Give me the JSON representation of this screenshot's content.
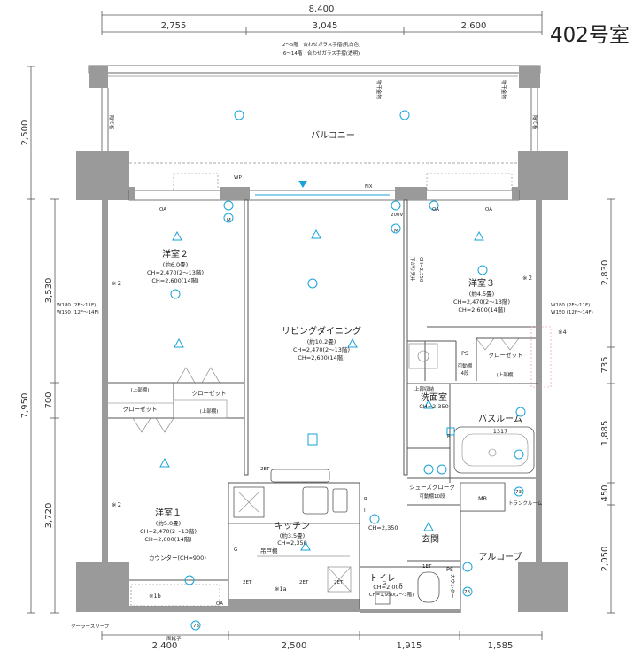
{
  "unit_label": "402号室",
  "dimensions": {
    "top_total": "8,400",
    "top": [
      "2,755",
      "3,045",
      "2,600"
    ],
    "bottom": [
      "2,400",
      "2,500",
      "1,915",
      "1,585"
    ],
    "left_total": "7,950",
    "left_outer": [
      "2,500"
    ],
    "left": [
      "3,530",
      "700",
      "3,720"
    ],
    "right": [
      "2,830",
      "735",
      "1,885",
      "450",
      "2,050"
    ]
  },
  "balcony": {
    "label": "バルコニー",
    "note_line1": "2～5階　合わせガラス手摺(乳白色)",
    "note_line2": "6～14階　合わせガラス手摺(透明)",
    "hoshi1": "物干金物",
    "hoshi2": "物干金物",
    "partition_left": "隔て板",
    "partition_right": "隔て板",
    "fix": "FIX",
    "wp": "WP"
  },
  "rooms": {
    "western2": {
      "name": "洋室２",
      "size": "(約6.0畳)",
      "ch1": "CH=2,470(2～13階)",
      "ch2": "CH=2,600(14階)"
    },
    "living": {
      "name": "リビングダイニング",
      "size": "(約10.2畳)",
      "ch1": "CH=2,470(2～13階)",
      "ch2": "CH=2,600(14階)"
    },
    "western3": {
      "name": "洋室３",
      "size": "(約4.5畳)",
      "ch1": "CH=2,470(2～13階)",
      "ch2": "CH=2,600(14階)"
    },
    "western1": {
      "name": "洋室１",
      "size": "(約5.0畳)",
      "ch1": "CH=2,470(2～13階)",
      "ch2": "CH=2,600(14階)"
    },
    "kitchen": {
      "name": "キッチン",
      "size": "(約3.5畳)",
      "ch": "CH=2,350"
    },
    "washroom": {
      "name": "洗面室",
      "ch": "CH=2,350"
    },
    "bathroom": {
      "name": "バスルーム",
      "size": "1317"
    },
    "toilet": {
      "name": "トイレ",
      "ch1": "CH=2,000",
      "ch2": "CH=1,950(2～3階)"
    },
    "entrance": {
      "name": "玄関"
    },
    "alcove": {
      "name": "アルコーブ"
    }
  },
  "labels": {
    "closet": "クローゼット",
    "upper_shelf": "(上部棚)",
    "shoes": "シューズクローク",
    "shoes_sub": "可動棚10段",
    "mb": "MB",
    "trunk": "トランクルーム",
    "ps": "PS",
    "movable_shelf": "可動棚",
    "four_tiers": "4段",
    "upper_storage": "上部収納",
    "counter": "カウンター(CH=900)",
    "counter_toilet": "カウンター",
    "cooler": "クーラースリーブ",
    "lattice": "面格子",
    "hanging": "吊戸棚",
    "w_left_1": "W180 (2F～11F)",
    "w_left_2": "W150 (12F～14F)",
    "w_right_1": "W180 (2F～11F)",
    "w_right_2": "W150 (12F～14F)",
    "ceiling_down": "下がり天井",
    "ceiling_ch": "CH=2,350",
    "hall_ch": "CH=2,350",
    "note2": "※２",
    "note4": "※4",
    "note1a": "※1a",
    "note1b": "※1b",
    "oa": "OA",
    "g": "G",
    "r": "R",
    "i": "I",
    "m": "M",
    "a200v": "200V",
    "onet": "1ET",
    "twoet": "2ET",
    "s": "S",
    "n73": "73"
  }
}
